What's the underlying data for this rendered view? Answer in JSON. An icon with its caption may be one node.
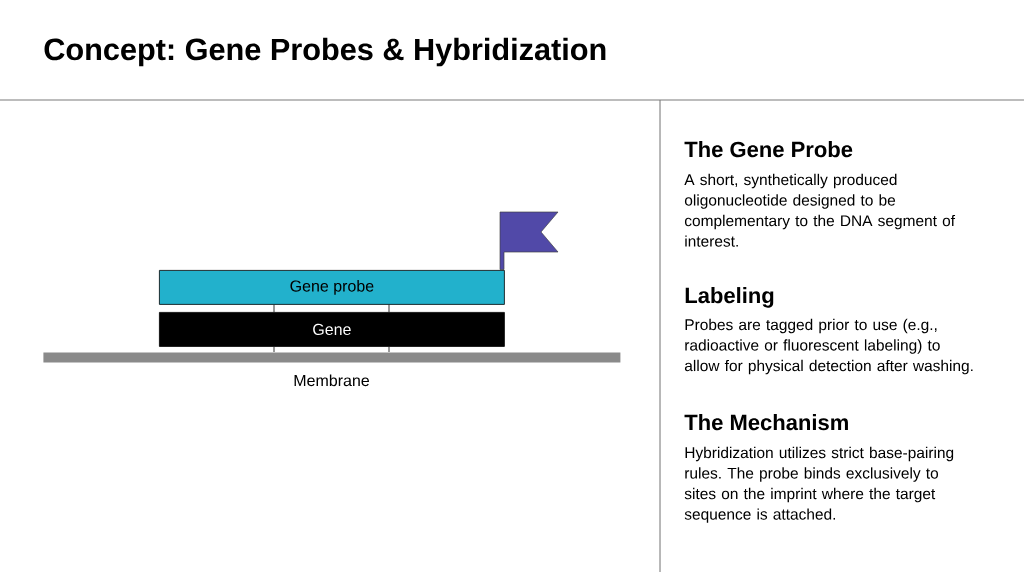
{
  "diagram": {
    "title": "Concept: Gene Probes & Hybridization",
    "nodes": [
      {
        "text": [
          "Gene probe"
        ]
      },
      {
        "text": [
          "Gene"
        ]
      },
      {
        "text": [
          "Membrane"
        ]
      }
    ],
    "edges": [
      {
        "from": 0,
        "to": 1,
        "arrow": "none"
      },
      {
        "from": 0,
        "to": 1,
        "arrow": "none"
      },
      {
        "from": 1,
        "to": 2,
        "arrow": "none"
      },
      {
        "from": 1,
        "to": 2,
        "arrow": "none"
      }
    ],
    "labels": [
      "The Gene Probe",
      "A short, synthetically produced oligonucleotide designed to be complementary to the DNA segment of interest.",
      "Labeling",
      "Probes are tagged prior to use (e.g., radioactive or fluorescent labeling) to allow for physical detection after washing.",
      "The Mechanism",
      "Hybridization utilizes strict base-pairing rules. The probe binds exclusively to sites on the imprint where the target sequence is attached."
    ]
  }
}
